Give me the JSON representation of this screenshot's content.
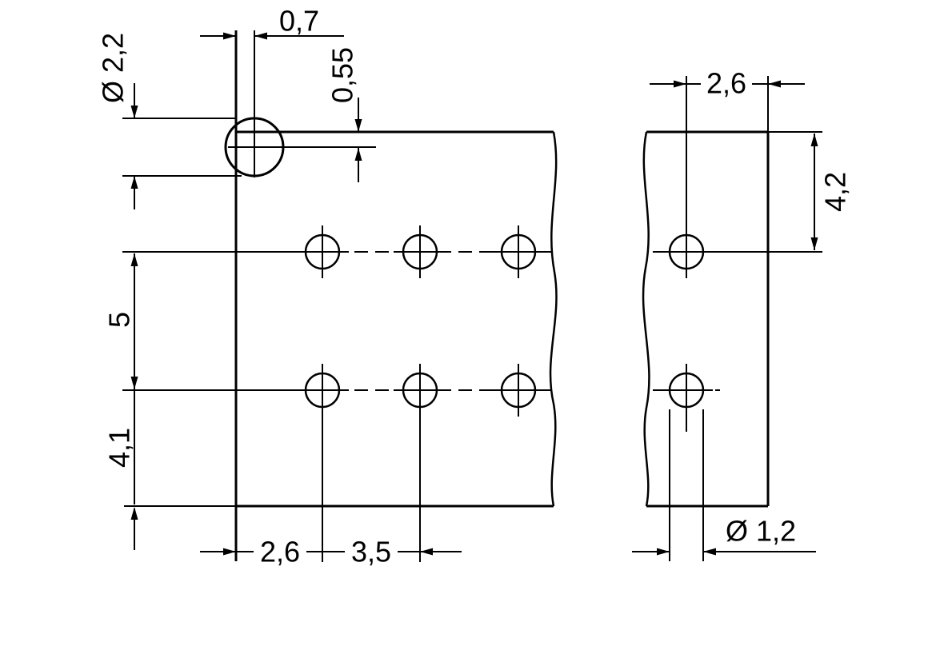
{
  "drawing": {
    "type": "technical-drilling-plan",
    "units_style": "millimeters-comma-decimal"
  },
  "colors": {
    "line": "#000000",
    "background": "#ffffff"
  },
  "dims": {
    "top_offset": "0,7",
    "hole_large_dia": "Ø 2,2",
    "edge_to_center": "0,55",
    "row_pitch": "5",
    "row_to_bottom": "4,1",
    "edge_to_col": "2,6",
    "col_pitch": "3,5",
    "col_to_edge_right": "2,6",
    "top_to_row_right": "4,2",
    "hole_small_dia": "Ø 1,2"
  }
}
